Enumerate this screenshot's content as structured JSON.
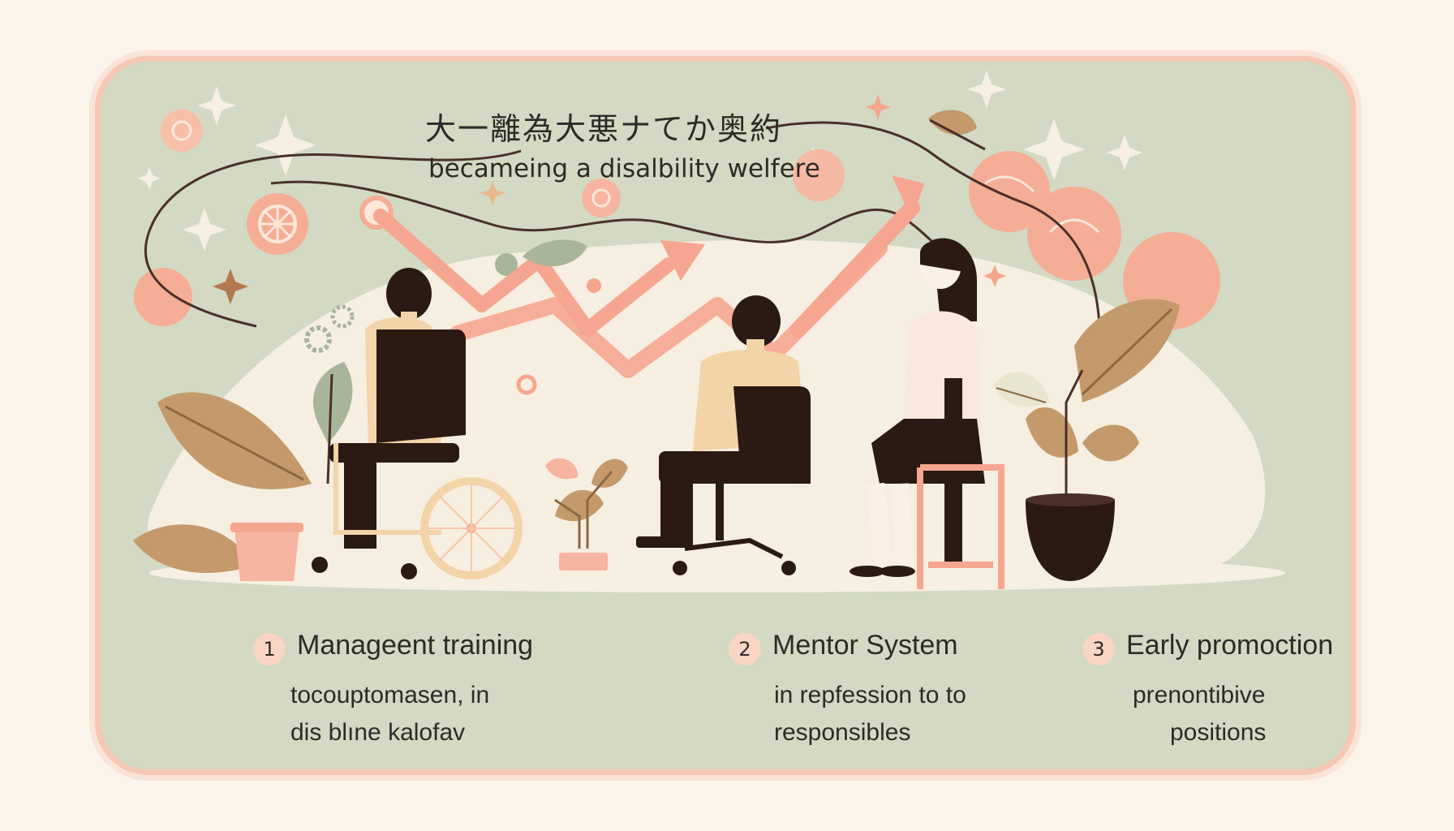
{
  "header": {
    "title_jp": "大一離為大悪ナてか奥約",
    "subtitle": "becameing a disalbility welfere"
  },
  "steps": [
    {
      "number": "1",
      "label": "Manageent training",
      "desc_line1": "tocouptomasen, in",
      "desc_line2": "dis blıne kalofav"
    },
    {
      "number": "2",
      "label": "Mentor System",
      "desc_line1": "in repfession to to",
      "desc_line2": "responsibles"
    },
    {
      "number": "3",
      "label": "Early promoction",
      "desc_line1": "prenontibive",
      "desc_line2": "positions"
    }
  ],
  "colors": {
    "card_bg": "#d3d9c3",
    "card_border": "#f6c7b5",
    "accent_pink": "#f7a68e",
    "dark_brown": "#2b1a14",
    "beige": "#f2d4a8",
    "leaf_brown": "#c49a6c",
    "leaf_green": "#a9b59a"
  },
  "illustration": {
    "figures": [
      "person-in-wheelchair",
      "person-in-office-chair",
      "person-seated-on-chair"
    ],
    "arrow": "rising-zigzag-arrow",
    "icons": [
      "gear-icon",
      "sparkle-icon",
      "leaf-icon",
      "potted-plant-icon"
    ]
  }
}
